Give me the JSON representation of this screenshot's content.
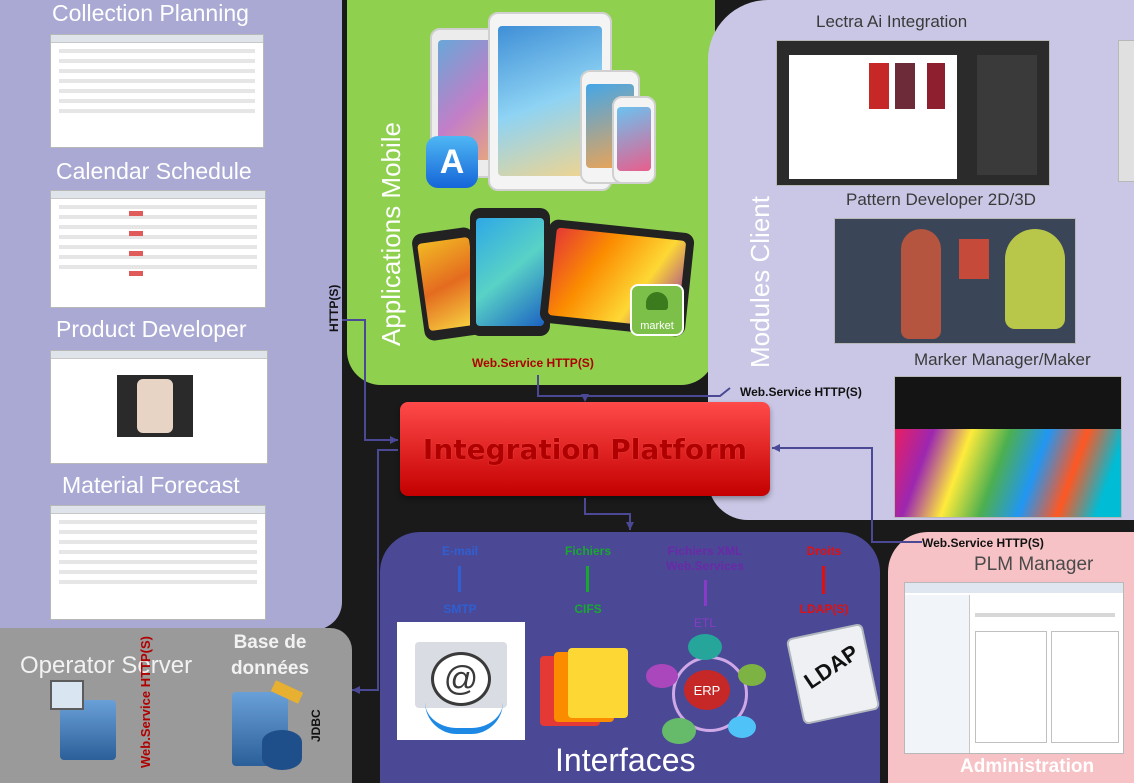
{
  "left": {
    "collection_planning": "Collection Planning",
    "calendar_schedule": "Calendar Schedule",
    "product_developer": "Product Developer",
    "material_forecast": "Material Forecast",
    "http": "HTTP(S)"
  },
  "operator": {
    "title": "Operator Server",
    "webservice": "Web.Service HTTP(S)",
    "database": "Base de données",
    "jdbc": "JDBC"
  },
  "mobile": {
    "title": "Applications Mobile",
    "webservice": "Web.Service HTTP(S)",
    "market_label": "market"
  },
  "client": {
    "title": "Modules Client",
    "lectra": "Lectra Ai Integration",
    "pattern": "Pattern Developer  2D/3D",
    "marker": "Marker Manager/Maker",
    "webservice": "Web.Service HTTP(S)"
  },
  "platform": {
    "title": "Integration Platform"
  },
  "interfaces": {
    "title": "Interfaces",
    "email": "E-mail",
    "smtp": "SMTP",
    "fichiers": "Fichiers",
    "cifs": "CIFS",
    "xml": "Fichiers XML Web.Services",
    "etl": "ETL",
    "droits": "Droits",
    "ldap": "LDAP(S)",
    "erp": "ERP",
    "ldap_logo": "LDAP"
  },
  "plm": {
    "webservice": "Web.Service HTTP(S)",
    "title": "PLM Manager",
    "admin": "Administration"
  },
  "colors": {
    "left_panel": "#a9a9d4",
    "mobile_panel": "#8fd14f",
    "client_panel": "#c9c7e5",
    "interfaces_panel": "#4b4895",
    "plm_panel": "#f6c2c6",
    "platform_red": "#e00000"
  }
}
